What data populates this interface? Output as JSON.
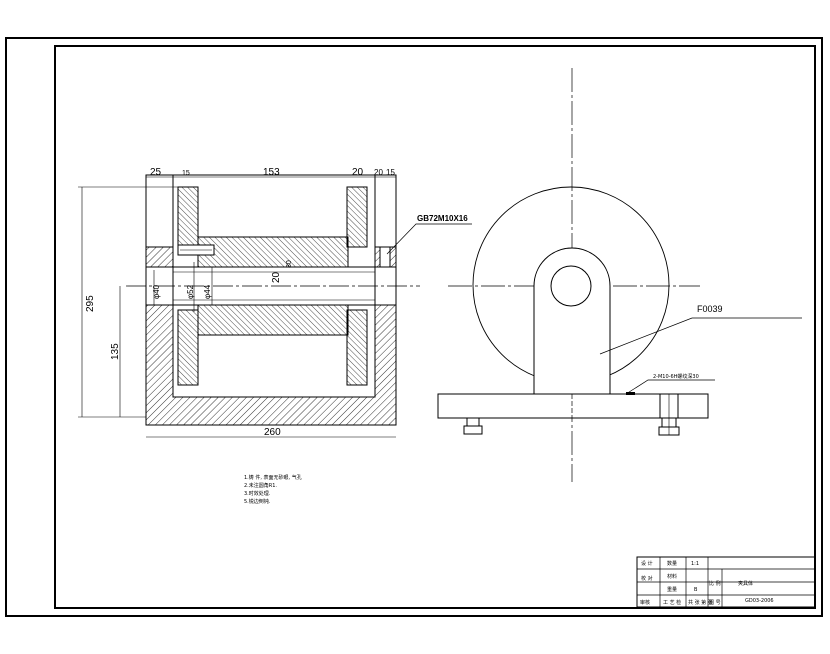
{
  "section_view": {
    "dims_top": [
      "25",
      "15",
      "153",
      "20",
      "20",
      "15"
    ],
    "dim_20_inner": "20",
    "dim_30": "30",
    "dim_d40": "φ40",
    "dim_d52": "φ52",
    "dim_d44": "φ44",
    "dim_295": "295",
    "dim_135": "135",
    "dim_260": "260",
    "callout_screw": "GB72M10X16"
  },
  "side_view": {
    "callout_part": "F0039",
    "callout_bolt": "2-M10-6H螺纹深30"
  },
  "notes": [
    "1.铸 件, 表面无砂眼, 气孔",
    "2.未注圆角R1.",
    "3.时效处理.",
    "5.锐边倒钝."
  ],
  "title_block": {
    "r1c1": "设 计",
    "r1c3": "数量",
    "r1c4": "1:1",
    "r2c1": "校 对",
    "r2c3": "材料",
    "r2c5": "比 例",
    "r2c6": "夹具体",
    "r3c3": "重量",
    "r3c4": "B",
    "r4c1": "审核",
    "r4c2": "工 艺 检",
    "r4c3": "共 张 第 张",
    "r4c5": "图 号",
    "r4c6": "GD03-2006"
  }
}
